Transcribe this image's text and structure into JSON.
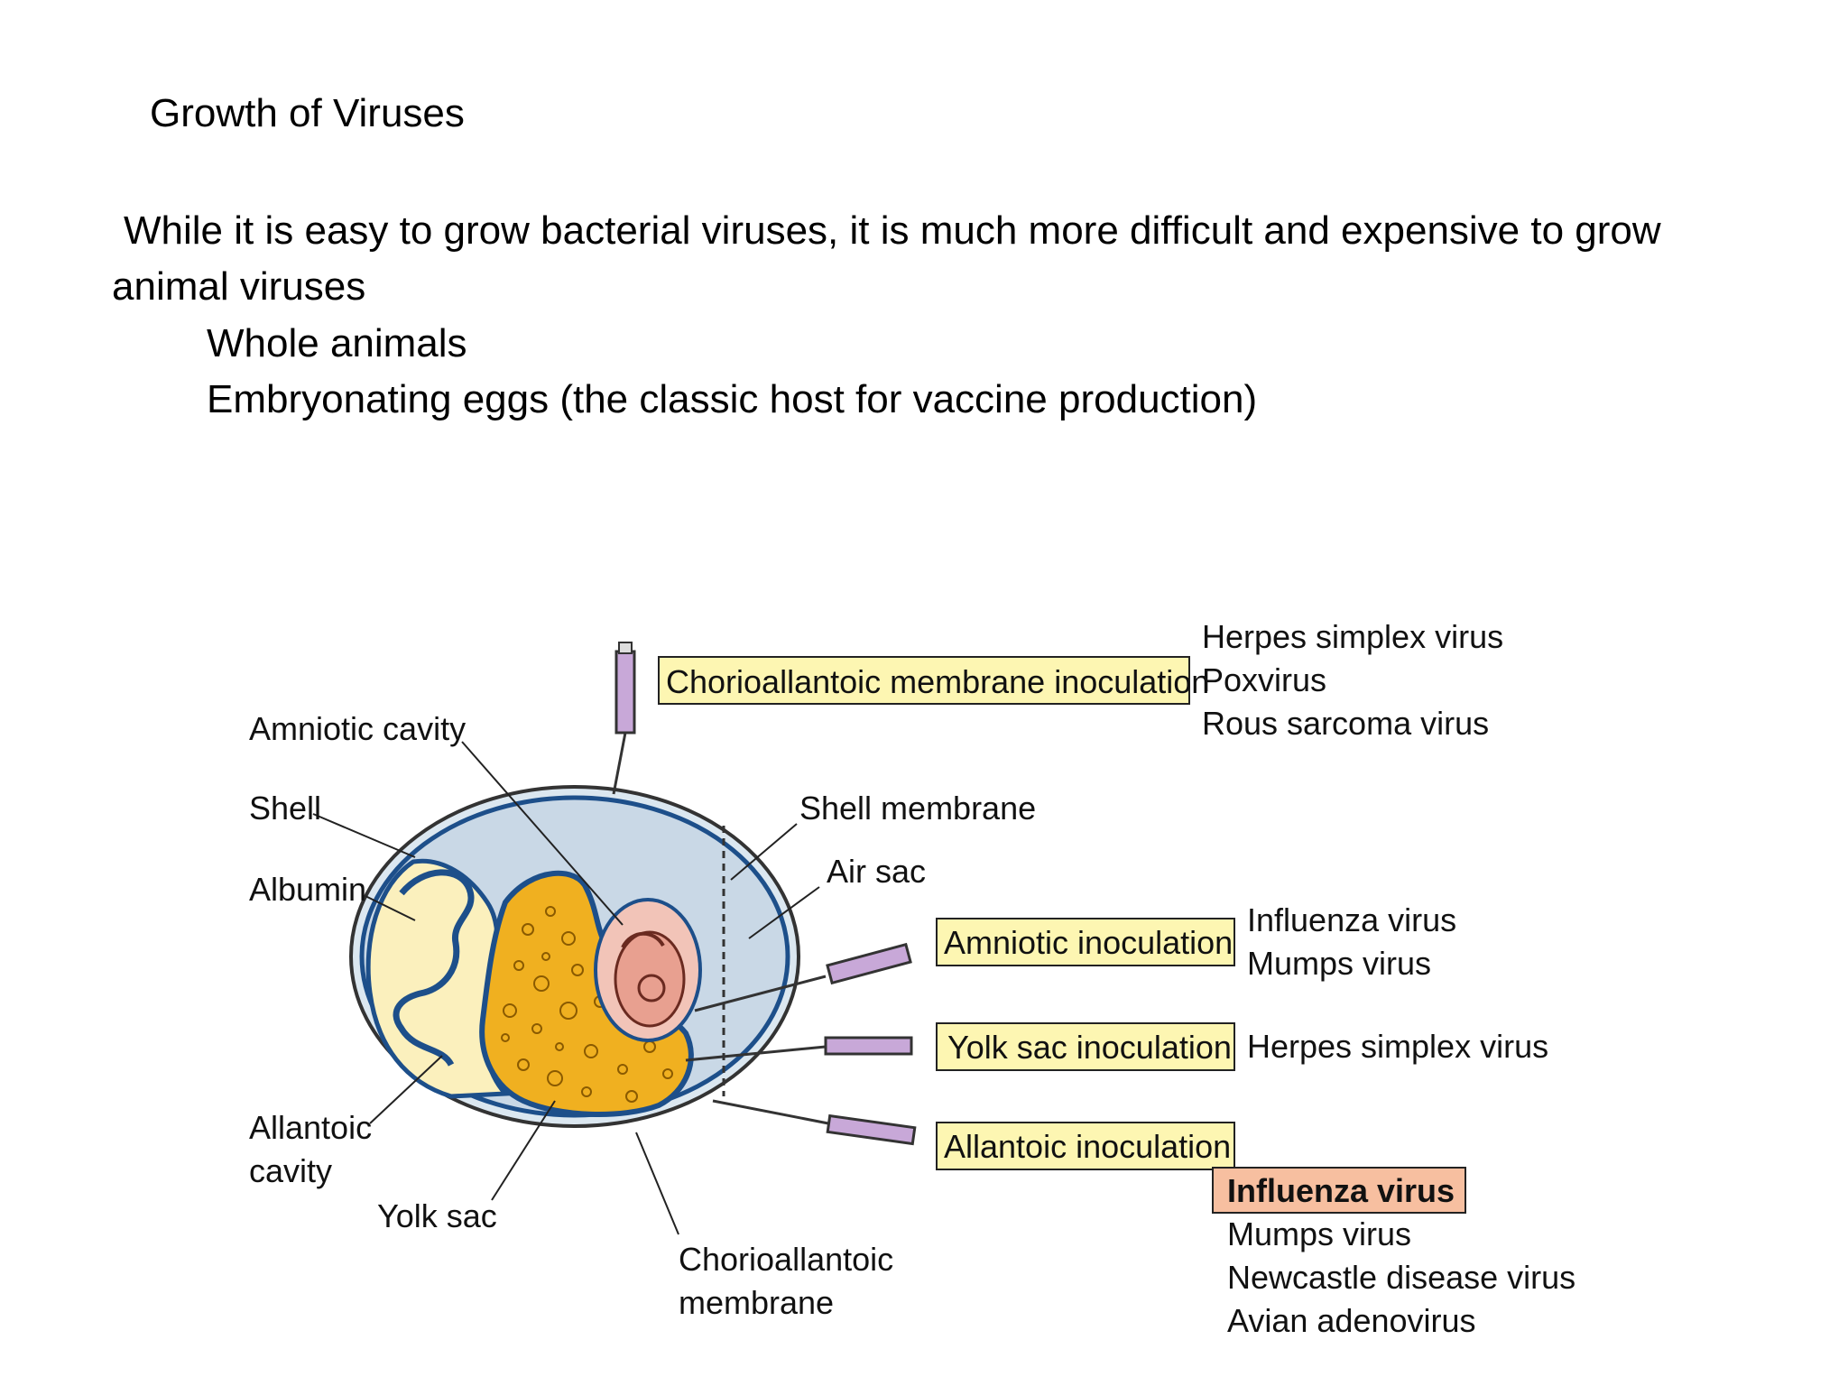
{
  "slide": {
    "title": "Growth of Viruses",
    "intro_line1": "While it is easy to grow bacterial viruses, it is much more difficult and expensive to grow",
    "intro_line2": "animal viruses",
    "bullets": [
      "Whole animals",
      "Embryonating eggs (the classic host for vaccine production)"
    ]
  },
  "diagram": {
    "structures": {
      "amniotic_cavity": "Amniotic cavity",
      "shell": "Shell",
      "albumin": "Albumin",
      "allantoic_cavity_1": "Allantoic",
      "allantoic_cavity_2": "cavity",
      "yolk_sac": "Yolk sac",
      "chorioallantoic_membrane_1": "Chorioallantoic",
      "chorioallantoic_membrane_2": "membrane",
      "shell_membrane": "Shell membrane",
      "air_sac": "Air sac"
    },
    "inoculations": [
      {
        "label": "Chorioallantoic membrane inoculation",
        "viruses": [
          "Herpes simplex virus",
          "Poxvirus",
          "Rous sarcoma virus"
        ]
      },
      {
        "label": "Amniotic inoculation",
        "viruses": [
          "Influenza virus",
          "Mumps virus"
        ]
      },
      {
        "label": "Yolk sac inoculation",
        "viruses": [
          "Herpes simplex virus"
        ]
      },
      {
        "label": "Allantoic inoculation",
        "viruses": [
          "Influenza virus",
          "Mumps virus",
          "Newcastle disease virus",
          "Avian adenovirus"
        ],
        "highlighted_virus": "Influenza virus"
      }
    ],
    "colors": {
      "label_box": "#fdf6b2",
      "highlight_box": "#f7bfa0",
      "albumin": "#fbf0bd",
      "egg_interior": "#c9d8e6",
      "yolk": "#f0b020",
      "embryo": "#e8a090",
      "syringe": "#c8a8d8"
    }
  }
}
